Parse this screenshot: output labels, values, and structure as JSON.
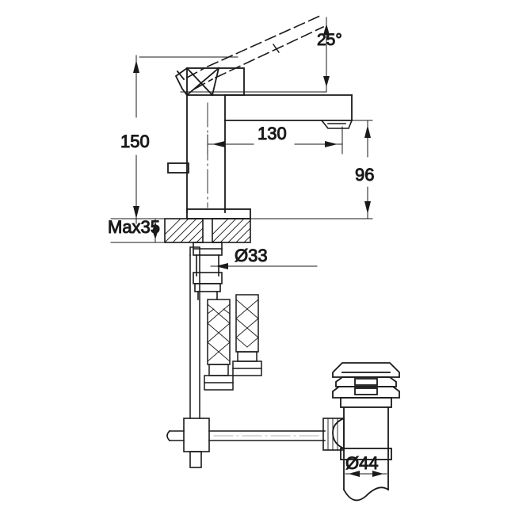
{
  "drawing": {
    "title": "Basin Mixer Tap Technical Dimension Drawing",
    "background_color": "#ffffff",
    "line_color": "#1a1a1a",
    "text_color": "#1a1a1a"
  },
  "dimensions": {
    "angle_label": "25°",
    "height_label": "150",
    "reach_label": "130",
    "spout_height_label": "96",
    "deck_thickness_label": "Max35",
    "shank_diameter_label": "Ø33",
    "drain_diameter_label": "Ø44"
  },
  "parts": {
    "handle": "lever-handle",
    "body": "faucet-body-column",
    "spout": "spout-arm",
    "aerator": "aerator-outlet",
    "deck": "counter-deck-section",
    "mounting_nut": "mounting-nut",
    "shank": "threaded-shank",
    "hose_hot": "braided-supply-hose-hot",
    "hose_cold": "braided-supply-hose-cold",
    "lift_rod": "pop-up-lift-rod",
    "pivot_nut": "pivot-nut",
    "drain_stopper": "pop-up-drain-stopper",
    "tailpiece": "drain-tailpiece"
  }
}
